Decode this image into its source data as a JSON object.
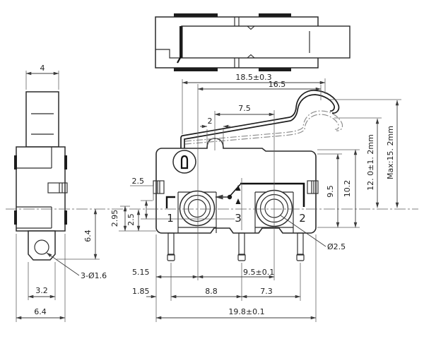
{
  "drawing_title": "micro switch lever type - dimensional drawing",
  "labels": {
    "side_plunger_width": "4",
    "side_center_height": "6.4",
    "side_hole_note": "3-Ø1.6",
    "side_tab_width": "3.2",
    "side_body_width": "6.4",
    "lever_overall": "18.5±0.3",
    "lever_free": "16.5",
    "pivot_span": "7.5",
    "boss_width": "2",
    "left_offset": "2.5",
    "left_center_a": "2.95",
    "left_center_b": "2.5",
    "right_body_a": "9.5",
    "right_body_b": "10.2",
    "free_position": "12. 0±1. 2mm",
    "max_height": "Max:15. 2mm",
    "edge_to_hole1": "5.15",
    "hole_spacing": "9.5±0.1",
    "edge_to_pin1": "1.85",
    "pin1_pin3": "8.8",
    "pin3_pin2": "7.3",
    "overall_width": "19.8±0.1",
    "pin_hole_dia": "Ø2.5",
    "terminal_1": "1",
    "terminal_3": "3",
    "terminal_2": "2"
  },
  "colors": {
    "line": "#2a2a2a",
    "dimension": "#3c3c3c",
    "phantom": "#8a8a8a",
    "background": "#ffffff"
  }
}
